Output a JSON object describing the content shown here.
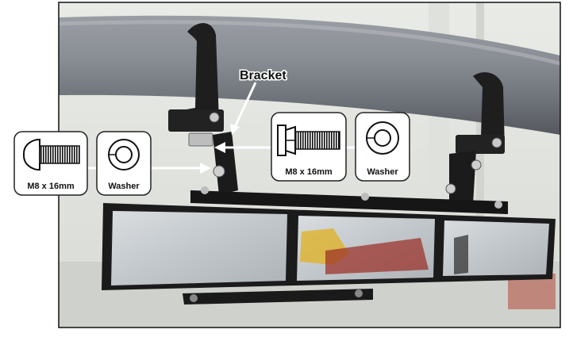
{
  "callouts": {
    "bracket": "Bracket",
    "left_bolt": "M8 x 16mm",
    "left_washer": "Washer",
    "right_bolt": "M8 x 16mm",
    "right_washer": "Washer"
  },
  "colors": {
    "frame_border": "#111111",
    "tube": "#7d8188",
    "mirror_frame": "#1b1b1b",
    "glass": "#c9cfd4",
    "callout_arrow": "#ffffff"
  },
  "icons": {
    "bolt": "flange-bolt-icon",
    "washer": "washer-icon"
  }
}
